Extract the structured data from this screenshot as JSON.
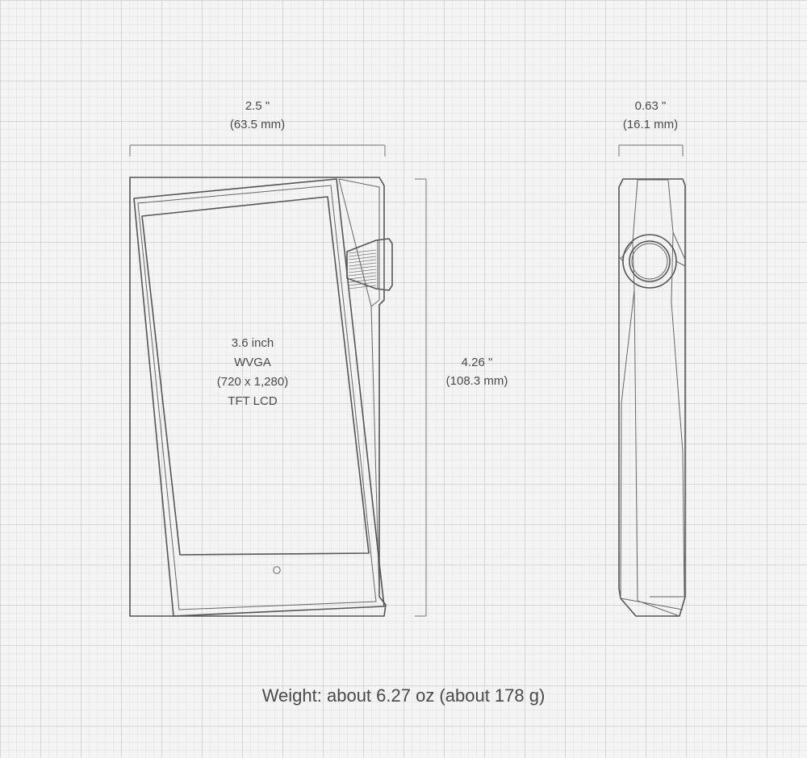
{
  "dimensions": {
    "width": {
      "inches": "2.5 \"",
      "mm": "(63.5 mm)"
    },
    "height": {
      "inches": "4.26 \"",
      "mm": "(108.3 mm)"
    },
    "depth": {
      "inches": "0.63 \"",
      "mm": "(16.1 mm)"
    }
  },
  "screen": {
    "size": "3.6 inch",
    "type": "WVGA",
    "resolution": "(720 x 1,280)",
    "panel": "TFT LCD"
  },
  "weight": "Weight: about 6.27 oz (about 178 g)"
}
